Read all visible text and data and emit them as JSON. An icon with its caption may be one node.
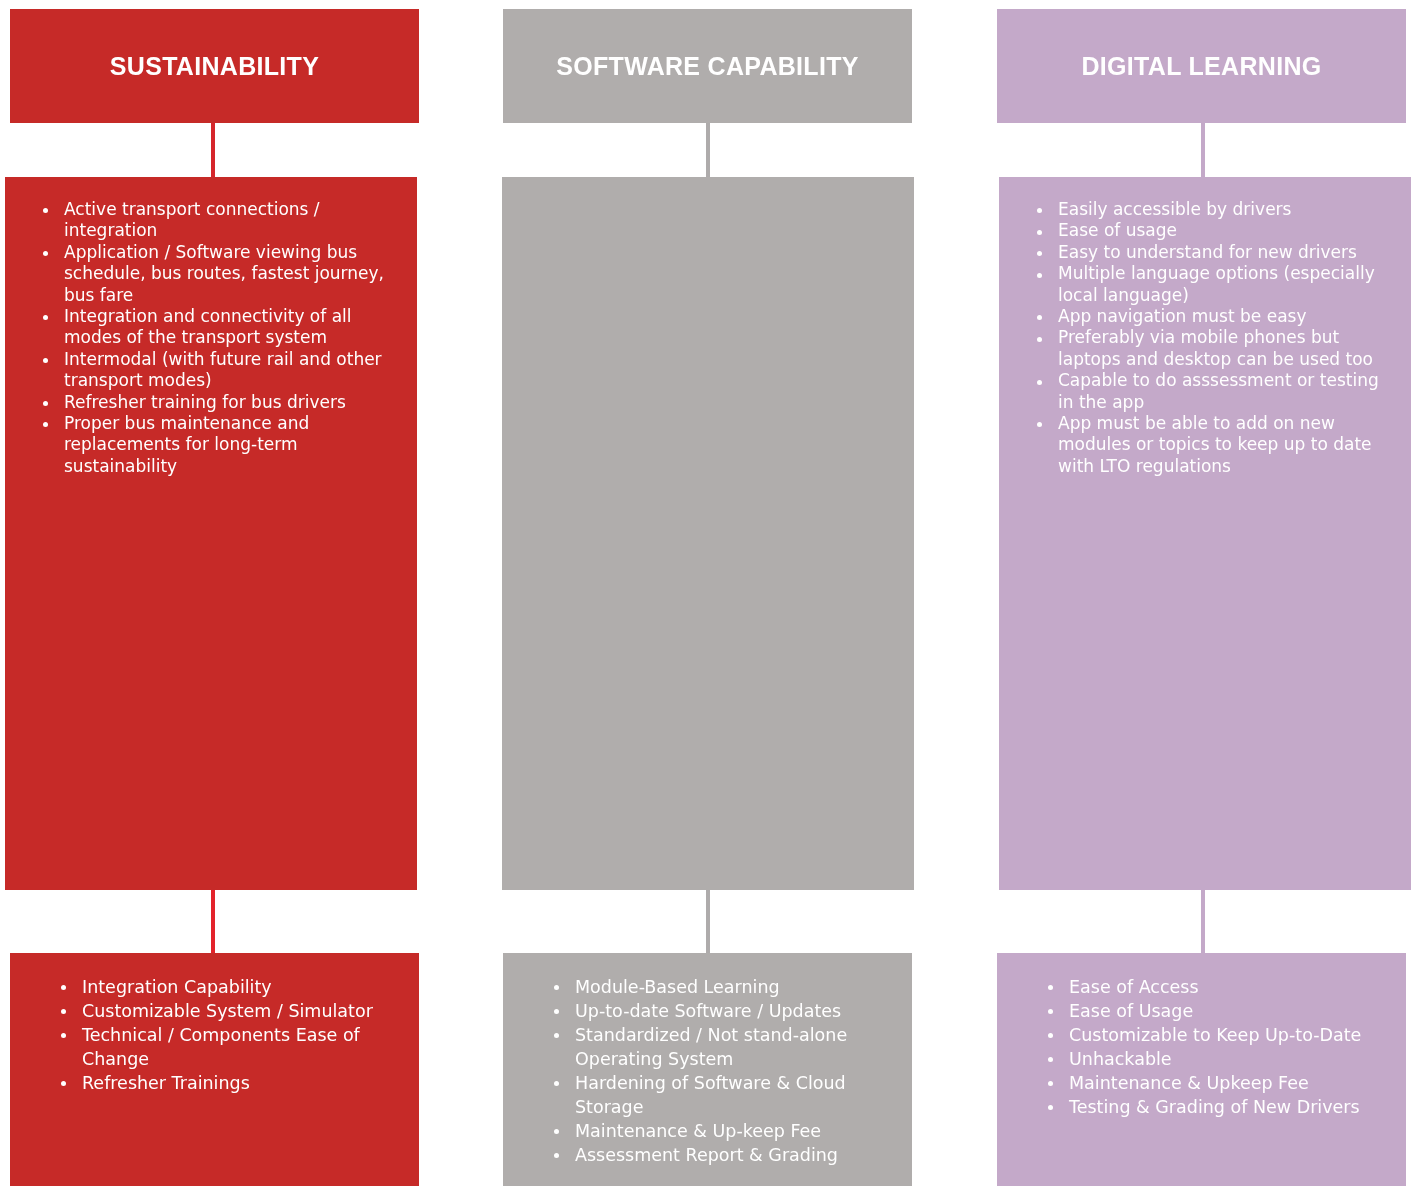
{
  "diagram": {
    "nodes": [
      {
        "text": [
          "SUSTAINABILITY"
        ]
      },
      {
        "text": [
          "SOFTWARE CAPABILITY"
        ]
      },
      {
        "text": [
          "DIGITAL LEARNING"
        ]
      },
      {
        "text": [
          "Active transport connections / integration",
          "Application / Software viewing bus schedule, bus routes, fastest journey, bus fare",
          "Integration and connectivity of all modes of the transport system",
          "Intermodal (with future rail and other transport modes)",
          "Refresher training for bus drivers",
          "Proper bus maintenance and replacements for long-term sustainability"
        ]
      },
      {
        "text": [],
        "shape": "box"
      },
      {
        "text": [
          "Easily accessible by drivers",
          "Ease of usage",
          "Easy to understand for new drivers",
          "Multiple language options (especially local language)",
          "App navigation must be easy",
          "Preferably via mobile phones but laptops and desktop can be used too",
          "Capable to do asssessment or testing in the app",
          "App must be able to add on new modules or topics to keep up to date with LTO regulations"
        ]
      },
      {
        "text": [
          "Integration Capability",
          "Customizable System / Simulator",
          "Technical / Components Ease of Change",
          "Refresher Trainings"
        ]
      },
      {
        "text": [
          "Module-Based Learning",
          "Up-to-date Software / Updates",
          "Standardized / Not stand-alone Operating System",
          "Hardening of Software & Cloud Storage",
          "Maintenance & Up-keep Fee",
          "Assessment Report & Grading"
        ]
      },
      {
        "text": [
          "Ease of Access",
          "Ease of Usage",
          "Customizable to Keep Up-to-Date",
          "Unhackable",
          "Maintenance & Upkeep Fee",
          "Testing & Grading of New Drivers"
        ]
      }
    ],
    "edges": [
      {
        "from": 0,
        "to": 3,
        "arrow": "none",
        "color": "#d6262b"
      },
      {
        "from": 3,
        "to": 6,
        "arrow": "none",
        "color": "#e3232b"
      },
      {
        "from": 1,
        "to": 4,
        "arrow": "none",
        "color": "#aeabab"
      },
      {
        "from": 4,
        "to": 7,
        "arrow": "none",
        "color": "#aeabab"
      },
      {
        "from": 2,
        "to": 5,
        "arrow": "none",
        "color": "#c4a9c9"
      },
      {
        "from": 5,
        "to": 8,
        "arrow": "none",
        "color": "#c4a9c9"
      }
    ]
  }
}
